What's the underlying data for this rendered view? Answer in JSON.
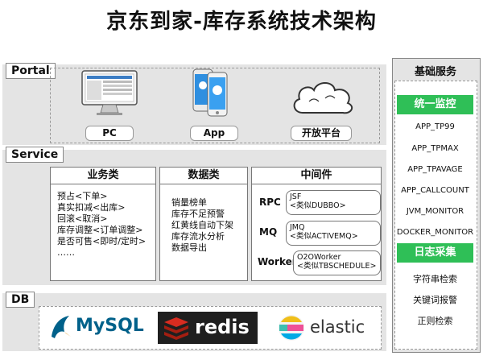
{
  "title": "京东到家-库存系统技术架构",
  "portal": {
    "label": "Portal",
    "items": [
      {
        "label": "PC"
      },
      {
        "label": "App"
      },
      {
        "label": "开放平台"
      }
    ]
  },
  "service": {
    "label": "Service",
    "columns": [
      {
        "title": "业务类",
        "lines": [
          "预占<下单>",
          "真实扣减<出库>",
          "回滚<取消>",
          "库存调整<订单调整>",
          "是否可售<即时/定时>",
          "……"
        ]
      },
      {
        "title": "数据类",
        "lines": [
          "销量榜单",
          "库存不足预警",
          "红黄线自动下架",
          "库存流水分析",
          "数据导出"
        ]
      }
    ],
    "middleware": {
      "title": "中间件",
      "rows": [
        {
          "label": "RPC",
          "name": "JSF",
          "desc": "<类似DUBBO>"
        },
        {
          "label": "MQ",
          "name": "JMQ",
          "desc": "<类似ACTIVEMQ>"
        },
        {
          "label": "Worker",
          "name": "O2OWorker",
          "desc": "<类似TBSCHEDULE>"
        }
      ]
    }
  },
  "db": {
    "label": "DB",
    "logos": [
      "MySQL",
      "redis",
      "elastic"
    ]
  },
  "base": {
    "title": "基础服务",
    "monitor": {
      "title": "统一监控",
      "items": [
        "APP_TP99",
        "APP_TPMAX",
        "APP_TPAVAGE",
        "APP_CALLCOUNT",
        "JVM_MONITOR",
        "DOCKER_MONITOR"
      ]
    },
    "logs": {
      "title": "日志采集",
      "items": [
        "字符串检索",
        "关键词报警",
        "正则检索"
      ]
    }
  },
  "colors": {
    "green": "#2fbf57",
    "band": "#e4e4e4",
    "redis": "#d82c20",
    "mysql": "#00618a"
  }
}
